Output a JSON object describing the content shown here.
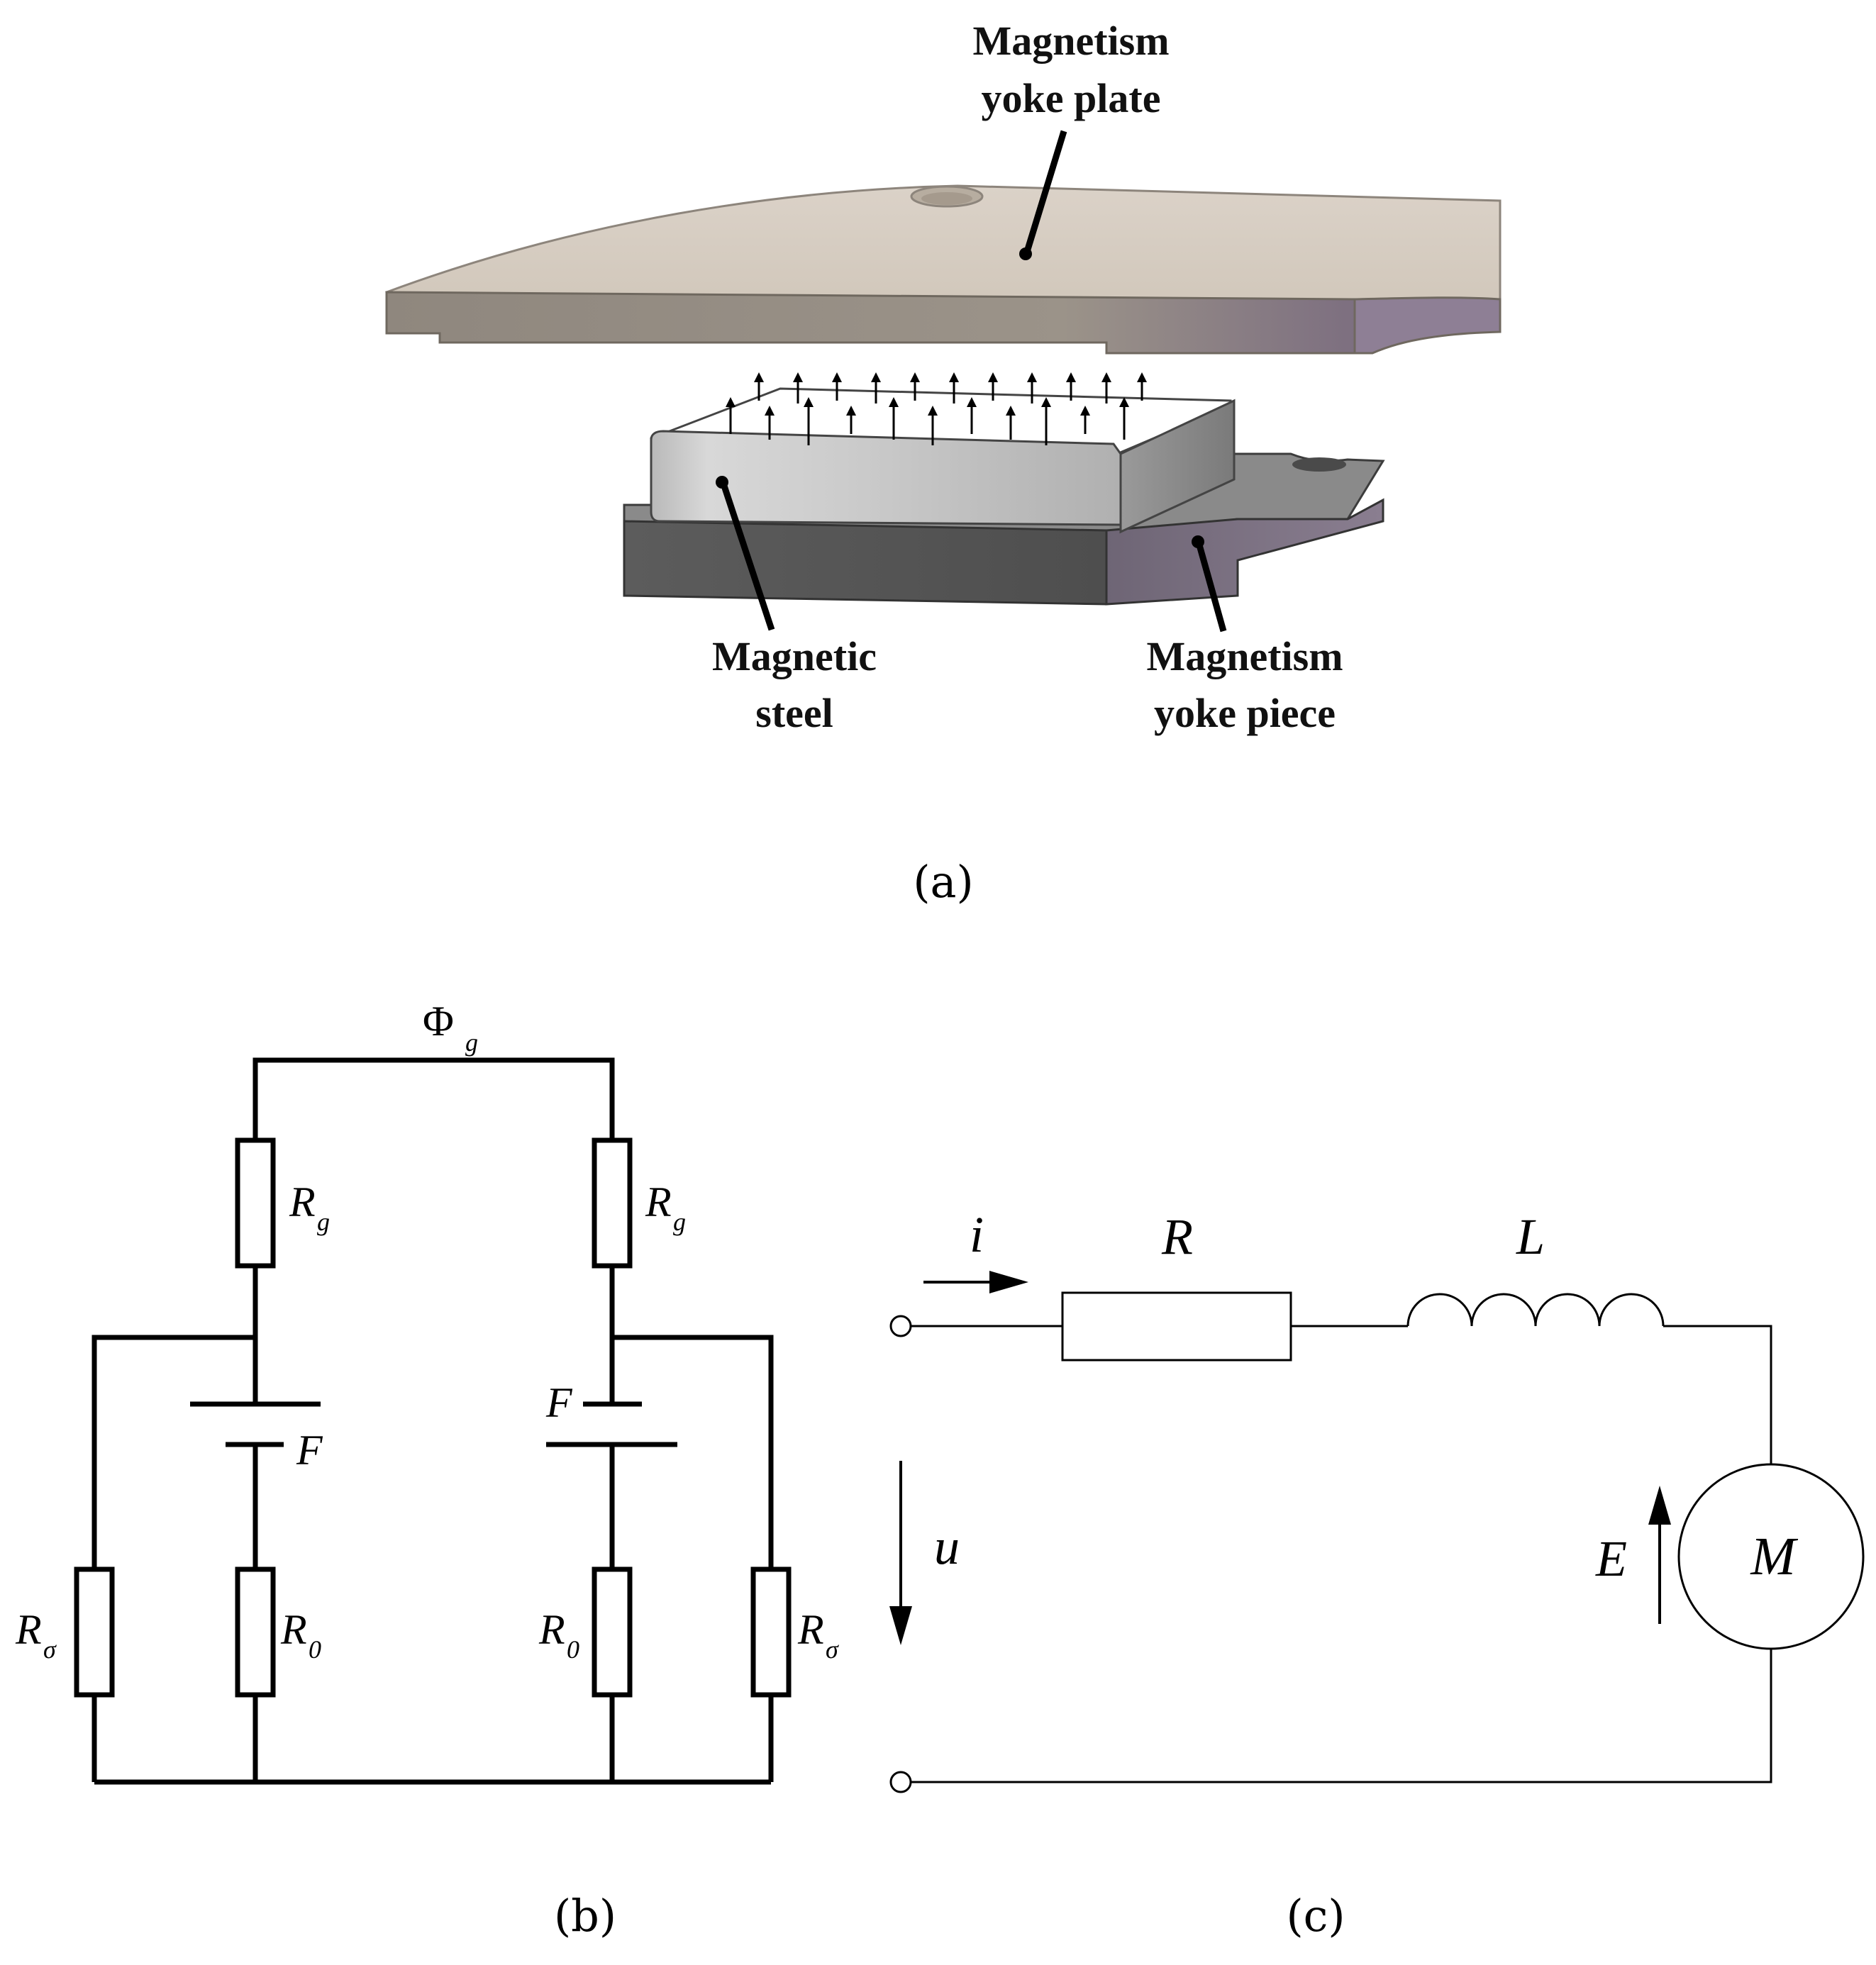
{
  "panel_a": {
    "callouts": {
      "yoke_plate_line1": "Magnetism",
      "yoke_plate_line2": "yoke plate",
      "magnetic_steel_line1": "Magnetic",
      "magnetic_steel_line2": "steel",
      "yoke_piece_line1": "Magnetism",
      "yoke_piece_line2": "yoke piece"
    },
    "caption": "(a)"
  },
  "panel_b": {
    "flux_label": "Φ",
    "flux_sub": "g",
    "labels": {
      "Rg_left": "R",
      "Rg_left_sub": "g",
      "Rg_right": "R",
      "Rg_right_sub": "g",
      "F_left": "F",
      "F_right": "F",
      "R0_left": "R",
      "R0_left_sub": "0",
      "R0_right": "R",
      "R0_right_sub": "0",
      "Rs_left": "R",
      "Rs_left_sub": "σ",
      "Rs_right": "R",
      "Rs_right_sub": "σ"
    },
    "caption": "(b)"
  },
  "panel_c": {
    "labels": {
      "current": "i",
      "resistor": "R",
      "inductor": "L",
      "voltage": "u",
      "emf": "E",
      "motor": "M"
    },
    "caption": "(c)"
  }
}
